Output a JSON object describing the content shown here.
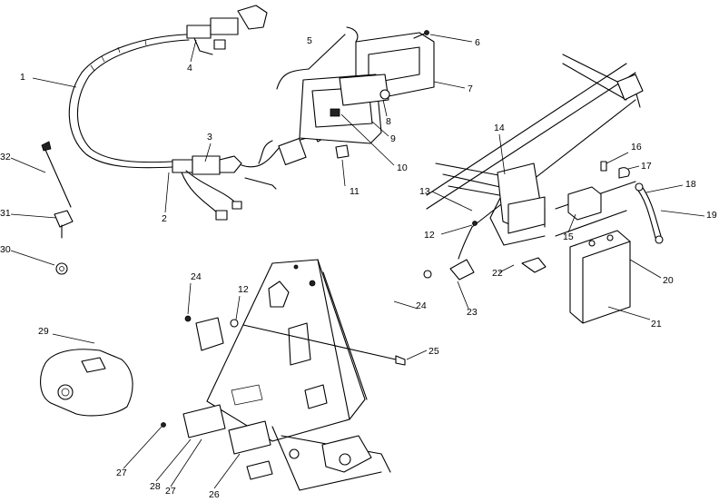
{
  "diagram": {
    "callouts": [
      "1",
      "2",
      "3",
      "4",
      "5",
      "6",
      "7",
      "8",
      "9",
      "10",
      "11",
      "12",
      "12",
      "13",
      "14",
      "15",
      "16",
      "17",
      "18",
      "19",
      "20",
      "21",
      "22",
      "23",
      "24",
      "24",
      "25",
      "26",
      "27",
      "27",
      "28",
      "29",
      "30",
      "31",
      "32"
    ],
    "colors": {
      "line": "#000000",
      "background": "#ffffff"
    }
  }
}
